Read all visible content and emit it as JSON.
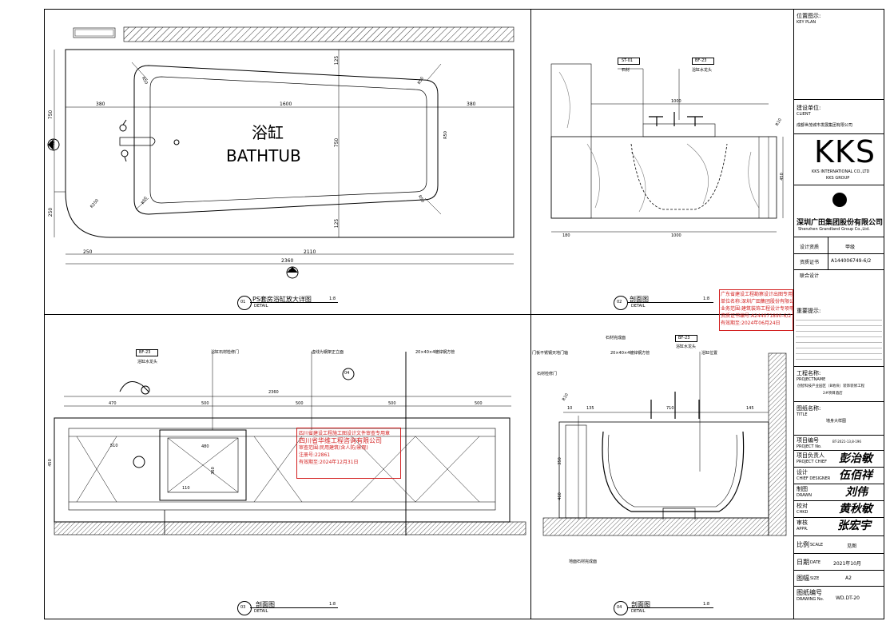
{
  "sheet": {
    "key_plan_cn": "位置图示:",
    "key_plan_en": "KEY PLAN",
    "client_cn": "建设单位:",
    "client_en": "CLIENT",
    "client_name": "成都世茂城市发展集团有限公司",
    "logo_text": "KKS",
    "logo_sub1": "KKS INTERNATIONAL CO.,LTD",
    "logo_sub2": "KKS GROUP",
    "grandland_cn": "深圳广田集团股份有限公司",
    "grandland_en": "Shenzhen Grandland Group Co.,Ltd.",
    "qual_label": "设计资质",
    "qual_value": "甲级",
    "cert_label": "资质证书",
    "cert_value": "A144006749-6/2",
    "joint_label": "联合设计",
    "notice_label": "重要提示:",
    "project_name_cn": "工程名称:",
    "project_name_en": "PROJECTNAME",
    "project_name": "创智科技产业园区（B地块）装饰装修工程",
    "project_name2": "2#项目酒店",
    "title_cn": "图纸名称:",
    "title_en": "TITLE",
    "title_value": "墙身大样图",
    "project_no_cn": "项目编号",
    "project_no_en": "PROJECT No.",
    "project_no": "BT-2021-13,8-196",
    "chief_cn": "项目负责人",
    "chief_en": "PROJECT CHIEF",
    "designer_cn": "设计",
    "designer_en": "CHIEF DESIGNER",
    "drawn_cn": "制图",
    "drawn_en": "DRAWN",
    "check_cn": "校对",
    "check_en": "CHKD",
    "appr_cn": "审核",
    "appr_en": "APPR.",
    "scale_cn": "比例",
    "scale_en": "SCALE",
    "scale_value": "见图",
    "date_cn": "日期",
    "date_en": "DATE",
    "date_value": "2021年10月",
    "size_cn": "图幅",
    "size_en": "SIZE",
    "size_value": "A2",
    "dwg_no_cn": "图纸编号",
    "dwg_no_en": "DRAWING No.",
    "dwg_no_value": "WD.DT-20"
  },
  "drawing1": {
    "num": "01",
    "title": "PS套房浴缸放大详图",
    "scale": "1:8",
    "sub": "DETAIL",
    "label_cn": "浴缸",
    "label_en": "BATHTUB",
    "dims": [
      "380",
      "1600",
      "380",
      "750",
      "750",
      "250",
      "125",
      "125",
      "250",
      "2110",
      "2360",
      "R50",
      "R50",
      "R50",
      "R50",
      "R50",
      "R250"
    ],
    "section_tag": "03",
    "side_tag": "02"
  },
  "drawing2": {
    "num": "02",
    "title": "剖面图",
    "scale": "1:8",
    "sub": "DETAIL",
    "tag_st": "ST-01",
    "tag_st_label": "石材",
    "tag_bf": "BF-23",
    "tag_bf_label": "浴缸水龙头",
    "dims": [
      "1000",
      "180",
      "1000",
      "450",
      "R10"
    ]
  },
  "drawing3": {
    "num": "03",
    "title": "剖面图",
    "scale": "1:8",
    "sub": "DETAIL",
    "tag_bf": "BF-23",
    "tag_bf_label": "浴缸水龙头",
    "note1": "浴缸石材检修门",
    "note2": "虚线为钢架正立面",
    "note3": "20×40×4镀锌钢方管",
    "detail_tag": "04",
    "dims": [
      "2360",
      "470",
      "500",
      "500",
      "500",
      "500",
      "510",
      "450",
      "480",
      "360",
      "110"
    ]
  },
  "drawing4": {
    "num": "04",
    "title": "剖面图",
    "scale": "1:8",
    "sub": "DETAIL",
    "tag_bf": "BF-23",
    "tag_bf_label": "浴缸水龙头",
    "note1": "石材完成面",
    "note2": "20×40×4镀锌钢方管",
    "note3": "浴缸位置",
    "note4": "门板不锈钢天地门轴",
    "note5": "石材检修门",
    "note6": "地面石材完成面",
    "dims": [
      "10",
      "135",
      "710",
      "145",
      "350",
      "460",
      "R10"
    ]
  },
  "stamps": {
    "design_stamp": [
      "广东省建设工程勘察设计出图专用章",
      "单位名称:深圳广田集团股份有限公司",
      "业务范围:建筑装饰工程设计专项甲级",
      "资质证书编号:A244071890-6/2",
      "有效期至:2024年06月24日"
    ],
    "review_stamp": [
      "四川省建设工程施工图设计文件审查专用章",
      "四川省华维工程咨询有限公司",
      "审查范围:民用建筑(含人防/景观)",
      "注册号:22861",
      "有效期至:2024年12月31日"
    ]
  },
  "signatures": [
    "彭治敏",
    "伍佰祥",
    "刘伟",
    "黄秋敏",
    "张宏宇"
  ]
}
